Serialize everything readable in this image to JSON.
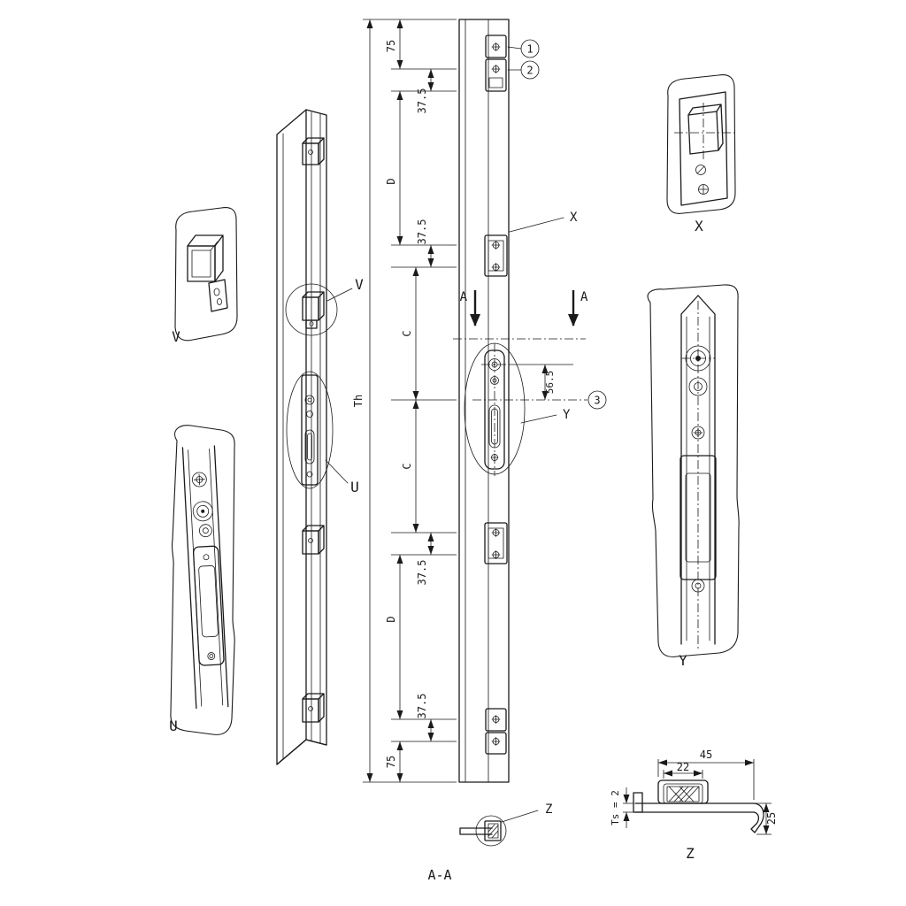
{
  "callouts": {
    "n1": "1",
    "n2": "2",
    "n3": "3"
  },
  "dimensions": {
    "top_75": "75",
    "top_37_5": "37.5",
    "upper_d": "D",
    "upper_37_5": "37.5",
    "upper_c": "C",
    "lower_c": "C",
    "lower_37_5": "37.5",
    "lower_d": "D",
    "bottom_37_5": "37.5",
    "bottom_75": "75",
    "total_height": "Th",
    "offset_56_5": "56.5"
  },
  "detail_z": {
    "width_45": "45",
    "width_22": "22",
    "thickness": "Ts = 2",
    "height_25": "25"
  },
  "labels": {
    "leader_v": "V",
    "leader_u": "U",
    "leader_x": "X",
    "leader_y": "Y",
    "leader_z": "Z",
    "detail_v": "V",
    "detail_u": "U",
    "detail_x": "X",
    "detail_y": "Y",
    "detail_z": "Z",
    "section_arrow_left": "A",
    "section_arrow_right": "A",
    "section_title": "A-A"
  }
}
